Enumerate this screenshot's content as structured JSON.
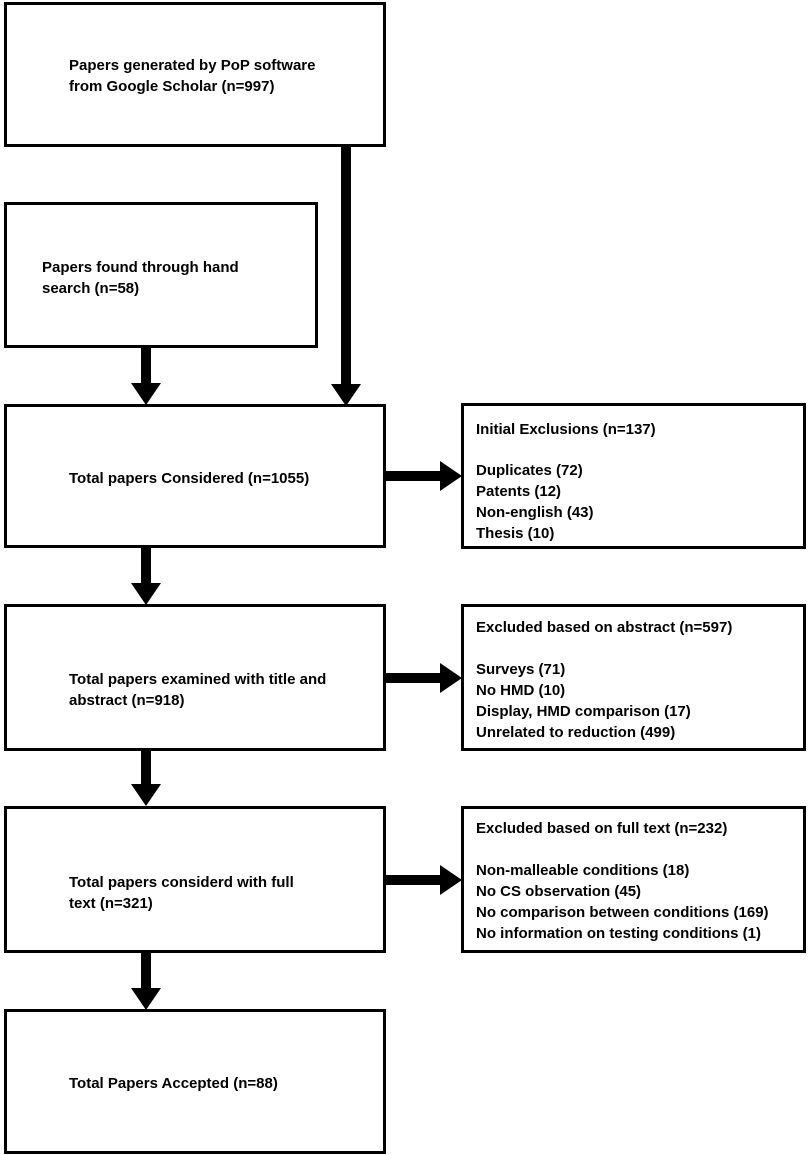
{
  "nodes": {
    "pop": {
      "lines": [
        "Papers generated by PoP software",
        "from Google Scholar (n=997)"
      ]
    },
    "hand": {
      "lines": [
        "Papers found through hand",
        "search (n=58)"
      ]
    },
    "considered": {
      "lines": [
        "Total papers Considered (n=1055)"
      ]
    },
    "examined": {
      "lines": [
        "Total papers examined with title and",
        "abstract (n=918)"
      ]
    },
    "fulltext": {
      "lines": [
        "Total papers considerd with full",
        "text (n=321)"
      ]
    },
    "accepted": {
      "lines": [
        "Total Papers Accepted (n=88)"
      ]
    }
  },
  "exclusions": {
    "initial": {
      "title": "Initial Exclusions (n=137)",
      "items": [
        "Duplicates (72)",
        "Patents (12)",
        "Non-english (43)",
        "Thesis (10)"
      ]
    },
    "abstract": {
      "title": "Excluded based on abstract (n=597)",
      "items": [
        "Surveys (71)",
        "No HMD (10)",
        "Display, HMD comparison (17)",
        "Unrelated to reduction (499)"
      ]
    },
    "fulltext": {
      "title": "Excluded based on full text (n=232)",
      "items": [
        "Non-malleable conditions (18)",
        "No CS observation (45)",
        "No comparison between conditions (169)",
        "No information on testing conditions (1)"
      ]
    }
  }
}
